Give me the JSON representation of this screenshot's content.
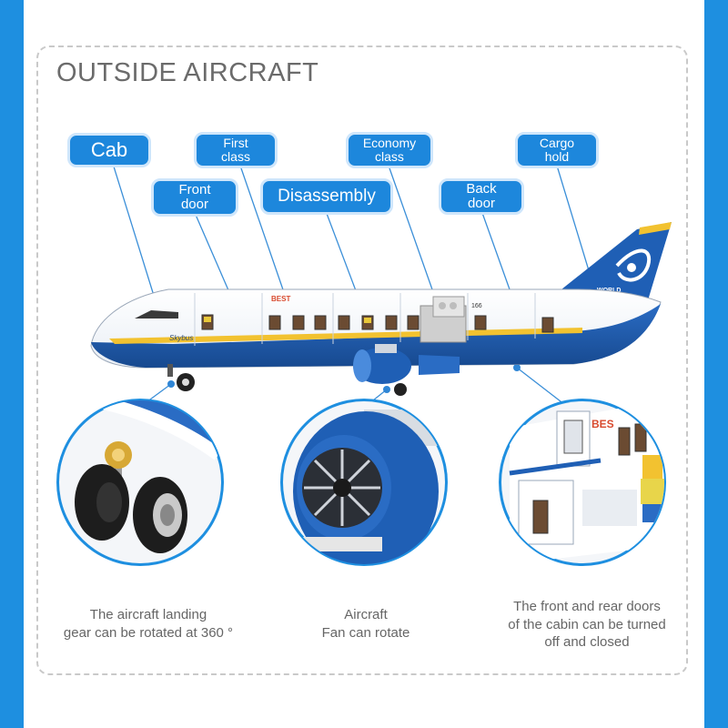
{
  "title": "OUTSIDE AIRCRAFT",
  "labels": {
    "cab": "Cab",
    "first_class": "First\nclass",
    "economy_class": "Economy\nclass",
    "cargo_hold": "Cargo\nhold",
    "front_door": "Front\ndoor",
    "disassembly": "Disassembly",
    "back_door": "Back\ndoor"
  },
  "aircraft_markings": {
    "brand": "BEST",
    "model": "Skybus",
    "tail": "WORLD",
    "number": "166"
  },
  "captions": {
    "landing_gear": "The aircraft landing\ngear can be rotated at 360 °",
    "fan": "Aircraft\nFan can rotate",
    "doors": "The front and rear doors\nof the cabin can be turned\noff and closed"
  },
  "colors": {
    "background_blue": "#1e8fe0",
    "label_blue": "#1d87dc",
    "fuselage_blue": "#1f5fb5",
    "stripe_yellow": "#f2c230"
  }
}
